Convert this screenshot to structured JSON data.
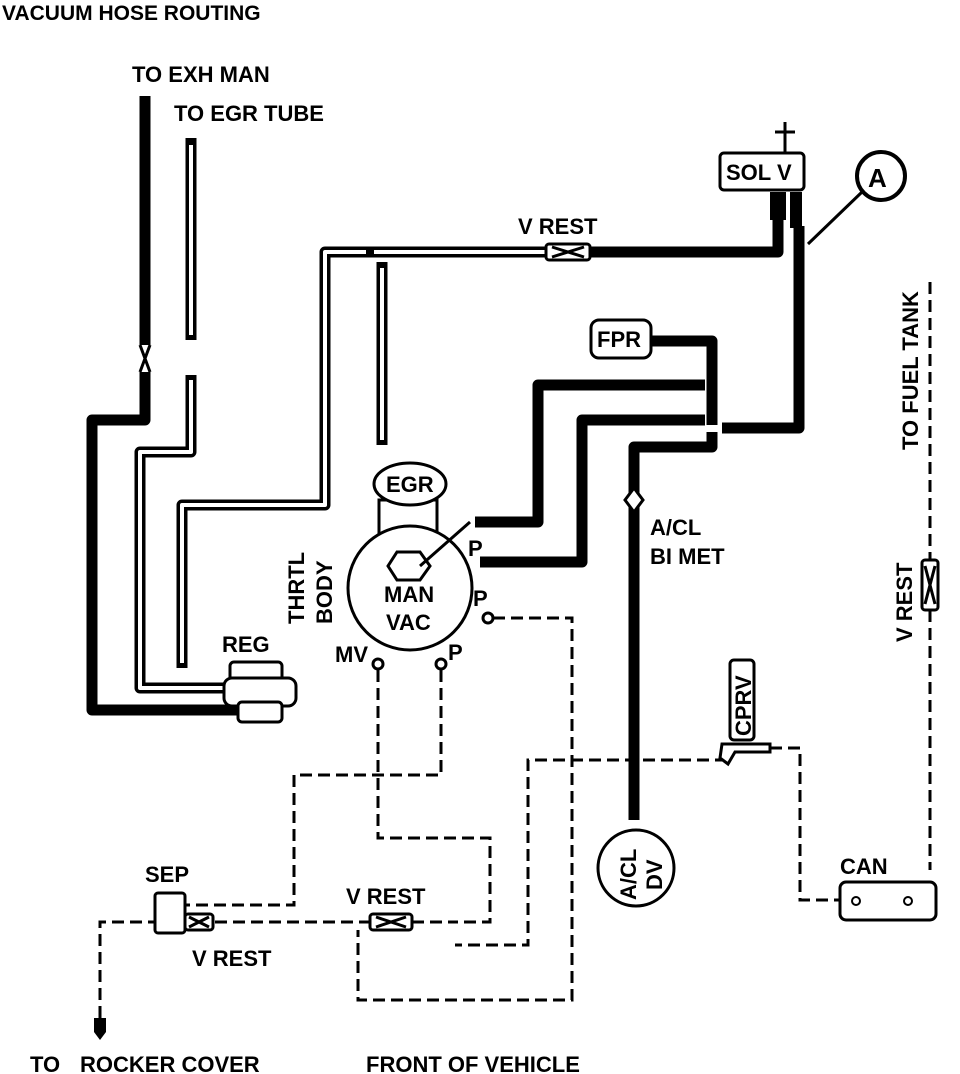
{
  "title": "VACUUM HOSE ROUTING",
  "labels": {
    "to_exh_man": "TO EXH MAN",
    "to_egr_tube": "TO EGR TUBE",
    "v_rest_top": "V REST",
    "sol_v": "SOL V",
    "marker_a": "A",
    "fpr": "FPR",
    "to_fuel_tank": "TO FUEL TANK",
    "egr": "EGR",
    "thrtl": "THRTL",
    "body": "BODY",
    "man": "MAN",
    "vac": "VAC",
    "port_p1": "P",
    "port_p2": "P",
    "port_p3": "P",
    "mv": "MV",
    "reg": "REG",
    "acl_bimet_1": "A/CL",
    "acl_bimet_2": "BI MET",
    "v_rest_right": "V REST",
    "cprv": "CPRV",
    "acl_dv_1": "A/CL",
    "acl_dv_2": "DV",
    "can": "CAN",
    "sep": "SEP",
    "v_rest_mid": "V REST",
    "v_rest_left": "V REST",
    "to": "TO",
    "rocker_cover": "ROCKER COVER",
    "front_of_vehicle": "FRONT OF VEHICLE"
  }
}
